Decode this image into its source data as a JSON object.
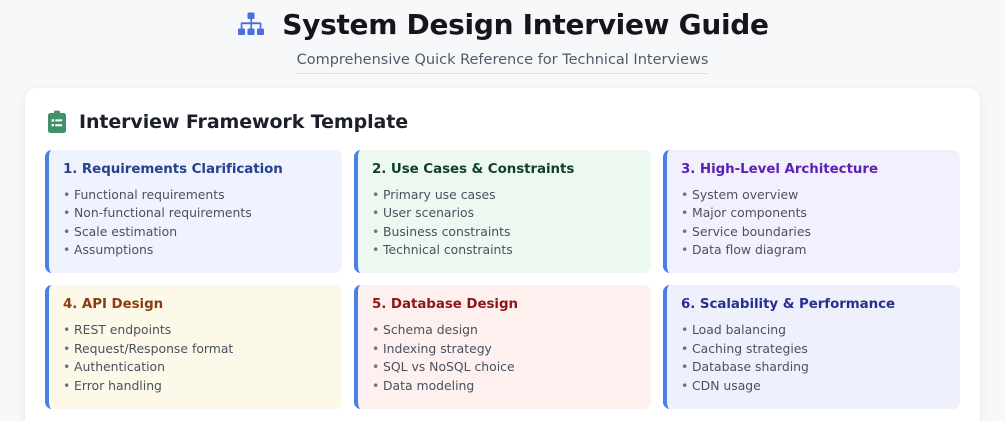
{
  "header": {
    "icon": "sitemap-icon",
    "title": "System Design Interview Guide",
    "subtitle": "Comprehensive Quick Reference for Technical Interviews",
    "icon_color": "#4a6fe0",
    "title_color": "#15161c",
    "subtitle_color": "#515a68"
  },
  "panel": {
    "icon": "clipboard-icon",
    "icon_color": "#41926b",
    "title": "Interview Framework Template",
    "background": "#ffffff"
  },
  "theme": {
    "page_background": "#f7f8fa",
    "card_accent_border": "#4a7fe8"
  },
  "cards": [
    {
      "title": "1. Requirements Clarification",
      "items": [
        "Functional requirements",
        "Non-functional requirements",
        "Scale estimation",
        "Assumptions"
      ],
      "background": "#eef3fd",
      "title_color": "#27408f"
    },
    {
      "title": "2. Use Cases & Constraints",
      "items": [
        "Primary use cases",
        "User scenarios",
        "Business constraints",
        "Technical constraints"
      ],
      "background": "#edf8f1",
      "title_color": "#13402b"
    },
    {
      "title": "3. High-Level Architecture",
      "items": [
        "System overview",
        "Major components",
        "Service boundaries",
        "Data flow diagram"
      ],
      "background": "#f3f0fd",
      "title_color": "#5b21b6"
    },
    {
      "title": "4. API Design",
      "items": [
        "REST endpoints",
        "Request/Response format",
        "Authentication",
        "Error handling"
      ],
      "background": "#fdf9e9",
      "title_color": "#8a3d12"
    },
    {
      "title": "5. Database Design",
      "items": [
        "Schema design",
        "Indexing strategy",
        "SQL vs NoSQL choice",
        "Data modeling"
      ],
      "background": "#fdf0ee",
      "title_color": "#8d1616"
    },
    {
      "title": "6. Scalability & Performance",
      "items": [
        "Load balancing",
        "Caching strategies",
        "Database sharding",
        "CDN usage"
      ],
      "background": "#eef0fc",
      "title_color": "#27308f"
    }
  ]
}
